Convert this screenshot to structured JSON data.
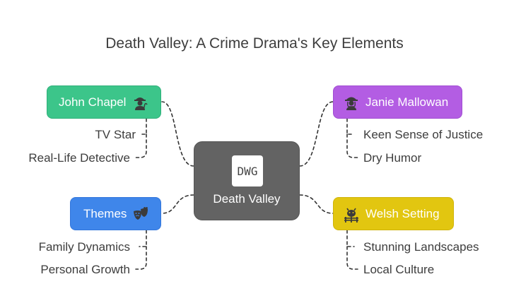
{
  "title": "Death Valley: A Crime Drama's Key Elements",
  "center": {
    "label": "Death Valley",
    "badge": "DWG"
  },
  "branches": {
    "john_chapel": {
      "label": "John Chapel",
      "color": "#3cc58a",
      "icon": "detective-icon",
      "leaves": [
        "TV Star",
        "Real-Life Detective"
      ]
    },
    "janie_mallowan": {
      "label": "Janie Mallowan",
      "color": "#b35de3",
      "icon": "woman-detective-icon",
      "leaves": [
        "Keen Sense of Justice",
        "Dry Humor"
      ]
    },
    "themes": {
      "label": "Themes",
      "color": "#3f86ea",
      "icon": "theater-masks-icon",
      "leaves": [
        "Family Dynamics",
        "Personal Growth"
      ]
    },
    "welsh_setting": {
      "label": "Welsh Setting",
      "color": "#e2c610",
      "icon": "cow-fence-icon",
      "leaves": [
        "Stunning Landscapes",
        "Local Culture"
      ]
    }
  },
  "colors": {
    "connector": "#333333",
    "center": "#636363",
    "text": "#3d3d3d"
  }
}
